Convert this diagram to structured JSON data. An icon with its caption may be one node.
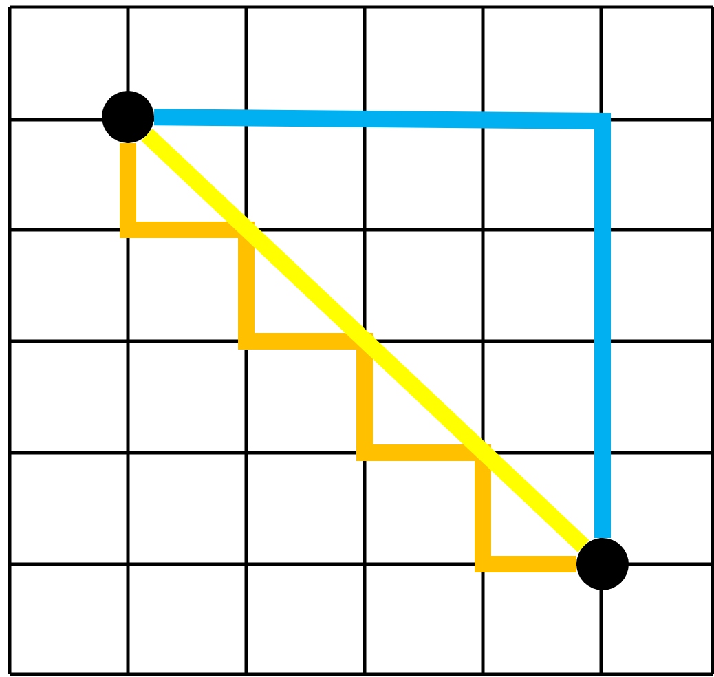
{
  "diagram": {
    "nodes": [
      {
        "text": [],
        "shape": "circle"
      },
      {
        "text": [],
        "shape": "circle"
      }
    ],
    "edges": [
      {
        "from": 0,
        "to": 1,
        "arrow": "none",
        "color": "#00b0f0"
      },
      {
        "from": 0,
        "to": 1,
        "arrow": "none",
        "color": "#ffc000"
      },
      {
        "from": 0,
        "to": 1,
        "arrow": "none",
        "color": "#ffff00"
      }
    ]
  }
}
